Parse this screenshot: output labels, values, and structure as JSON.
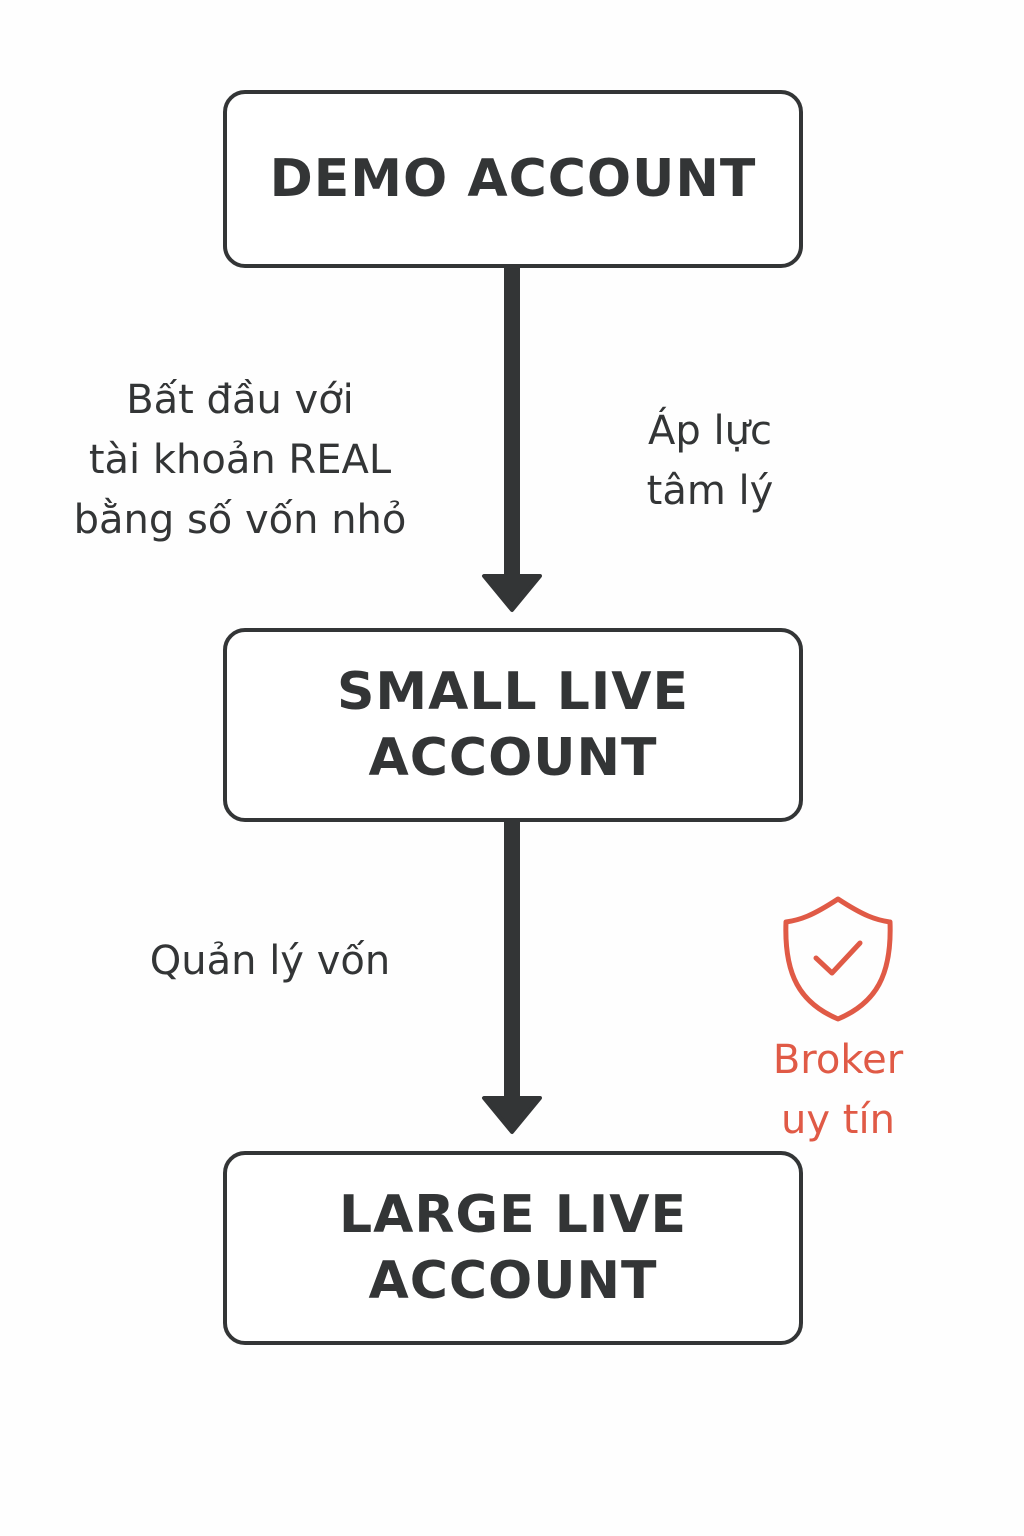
{
  "boxes": {
    "demo": "DEMO ACCOUNT",
    "small": "SMALL LIVE\nACCOUNT",
    "large": "LARGE LIVE\nACCOUNT"
  },
  "labels": {
    "start_real": "Bất đầu với\ntài khoản REAL\nbằng số vốn nhỏ",
    "pressure": "Áp lực\ntâm lý",
    "money_management": "Quản lý vốn",
    "broker": "Broker\nuy tín"
  },
  "colors": {
    "ink": "#333536",
    "accent": "#e05a46"
  },
  "icons": {
    "broker": "shield-check-icon"
  }
}
